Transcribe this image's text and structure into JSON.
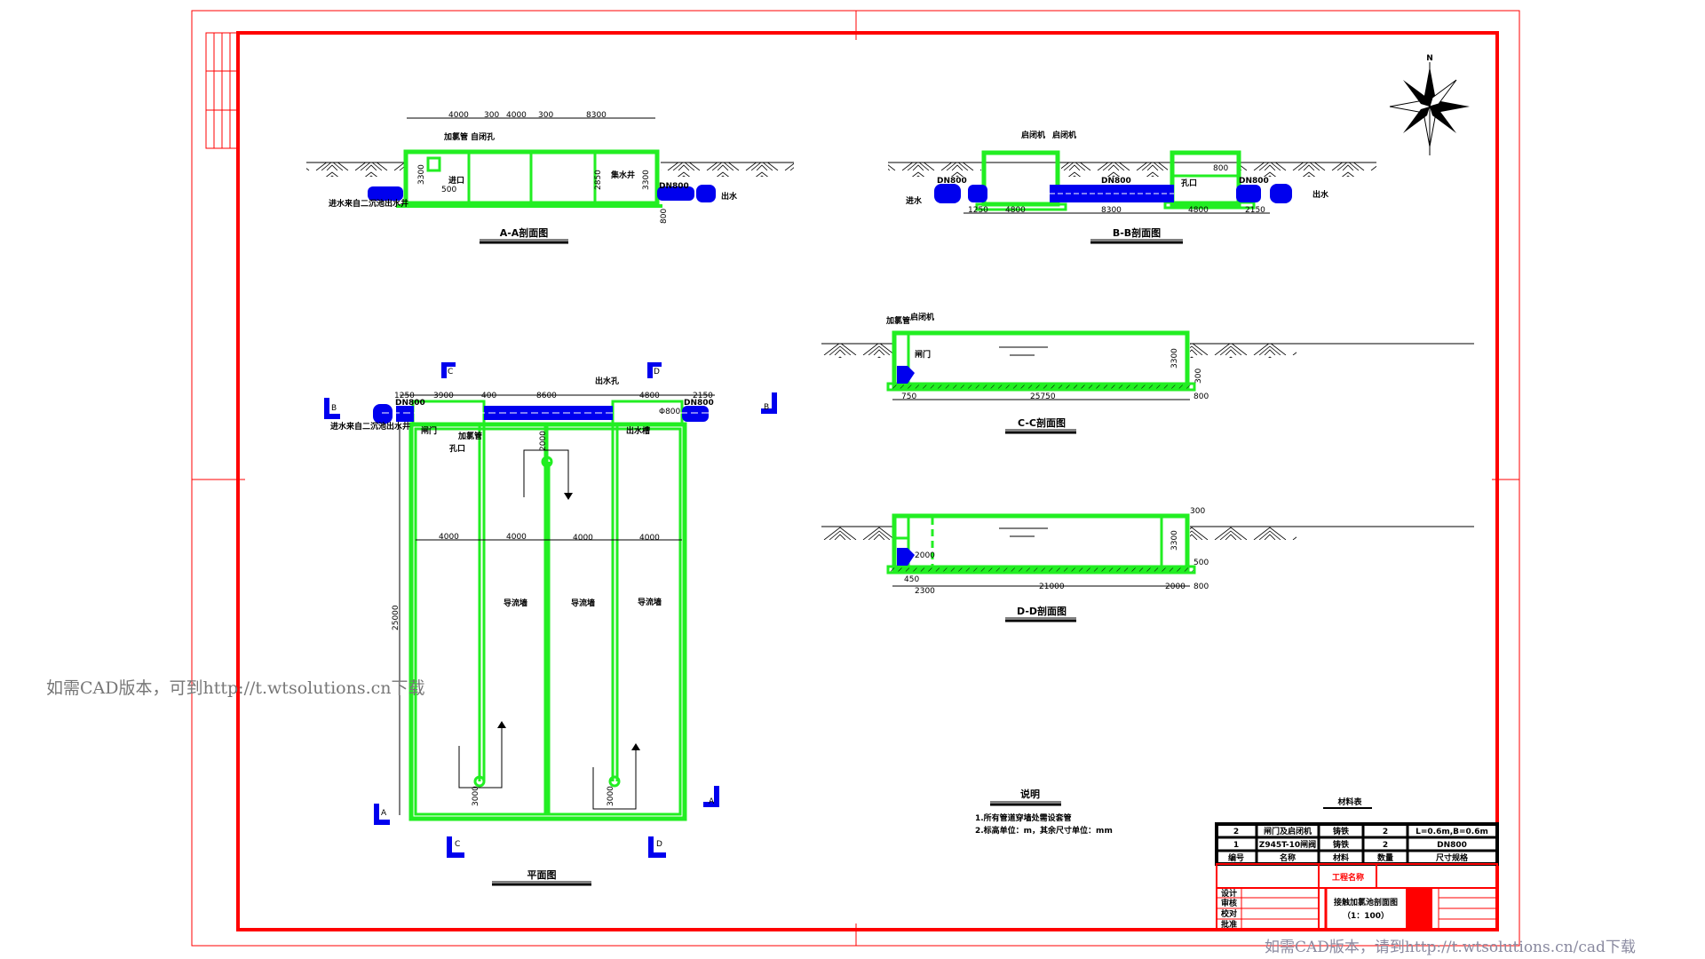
{
  "sections": {
    "aa": {
      "title": "A-A剖面图",
      "dims": [
        "4000",
        "300",
        "4000",
        "300",
        "8300",
        "3300",
        "2850",
        "3300",
        "800",
        "500"
      ],
      "labels": [
        "加氯管",
        "自闭孔",
        "进口",
        "出水",
        "进水来自二沉池出水井",
        "DN800",
        "集水井"
      ]
    },
    "bb": {
      "title": "B-B剖面图",
      "dims": [
        "1250",
        "4800",
        "8300",
        "4800",
        "2150",
        "800"
      ],
      "labels": [
        "进水",
        "出水",
        "DN800",
        "DN800",
        "DN800",
        "孔口",
        "启闭机",
        "启闭机"
      ]
    },
    "cc": {
      "title": "C-C剖面图",
      "dims": [
        "750",
        "25750",
        "800",
        "3300",
        "300"
      ],
      "labels": [
        "加氯管",
        "启闭机",
        "闸门"
      ]
    },
    "dd": {
      "title": "D-D剖面图",
      "dims": [
        "450",
        "2300",
        "21000",
        "2000",
        "800",
        "3300",
        "300",
        "500",
        "2000"
      ]
    },
    "plan": {
      "title": "平面图",
      "dims": [
        "1250",
        "3900",
        "400",
        "8600",
        "4800",
        "2150",
        "4000",
        "4000",
        "4000",
        "4000",
        "25000",
        "2000",
        "3000",
        "3000",
        "Φ800"
      ],
      "labels": [
        "出水孔",
        "导流墙",
        "导流墙",
        "导流墙",
        "闸门",
        "孔口",
        "加氯管",
        "出水槽",
        "进水来自二沉池出水井",
        "DN800",
        "DN800"
      ],
      "section_marks": [
        "A",
        "A",
        "B",
        "B",
        "C",
        "C",
        "D",
        "D"
      ]
    }
  },
  "compass": {
    "north": "N"
  },
  "notes": {
    "title": "说明",
    "items": [
      "1.所有管道穿墙处需设套管",
      "2.标高单位：m，其余尺寸单位：mm"
    ]
  },
  "materials": {
    "title": "材料表",
    "header": [
      "编号",
      "名称",
      "材料",
      "数量",
      "尺寸规格"
    ],
    "rows": [
      [
        "2",
        "闸门及启闭机",
        "铸铁",
        "2",
        "L=0.6m,B=0.6m"
      ],
      [
        "1",
        "Z945T-10闸阀",
        "铸铁",
        "2",
        "DN800"
      ]
    ]
  },
  "title_block": {
    "project_label": "工程名称",
    "drawing_title": "接触加氯池剖面图",
    "scale": "（1：100）",
    "roles": [
      "设计",
      "审核",
      "校对",
      "批准"
    ]
  },
  "watermarks": {
    "left": "如需CAD版本，可到http://t.wtsolutions.cn下载",
    "bottom": "如需CAD版本，请到http://t.wtsolutions.cn/cad下载"
  },
  "colors": {
    "frame": "#ff0000",
    "wall": "#22ee22",
    "pipe": "#0000ee"
  }
}
